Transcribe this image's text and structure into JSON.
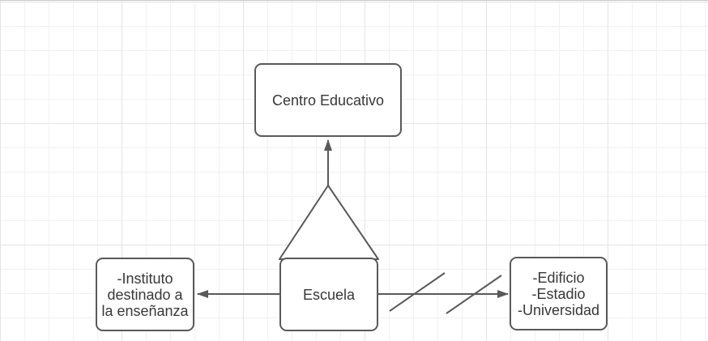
{
  "diagram": {
    "nodes": {
      "top": {
        "label": "Centro Educativo"
      },
      "center": {
        "label": "Escuela"
      },
      "left": {
        "lines": [
          "-Instituto",
          "destinado a",
          "la enseñanza"
        ]
      },
      "right": {
        "lines": [
          "-Edificio",
          "-Estadio",
          "-Universidad"
        ]
      }
    },
    "colors": {
      "shape_stroke": "#595959",
      "shape_fill": "#ffffff",
      "text": "#383838",
      "canvas_background": "#ffffff",
      "grid_minor_line": "#f1f1f1",
      "grid_major_line": "#e4e4e4"
    }
  }
}
